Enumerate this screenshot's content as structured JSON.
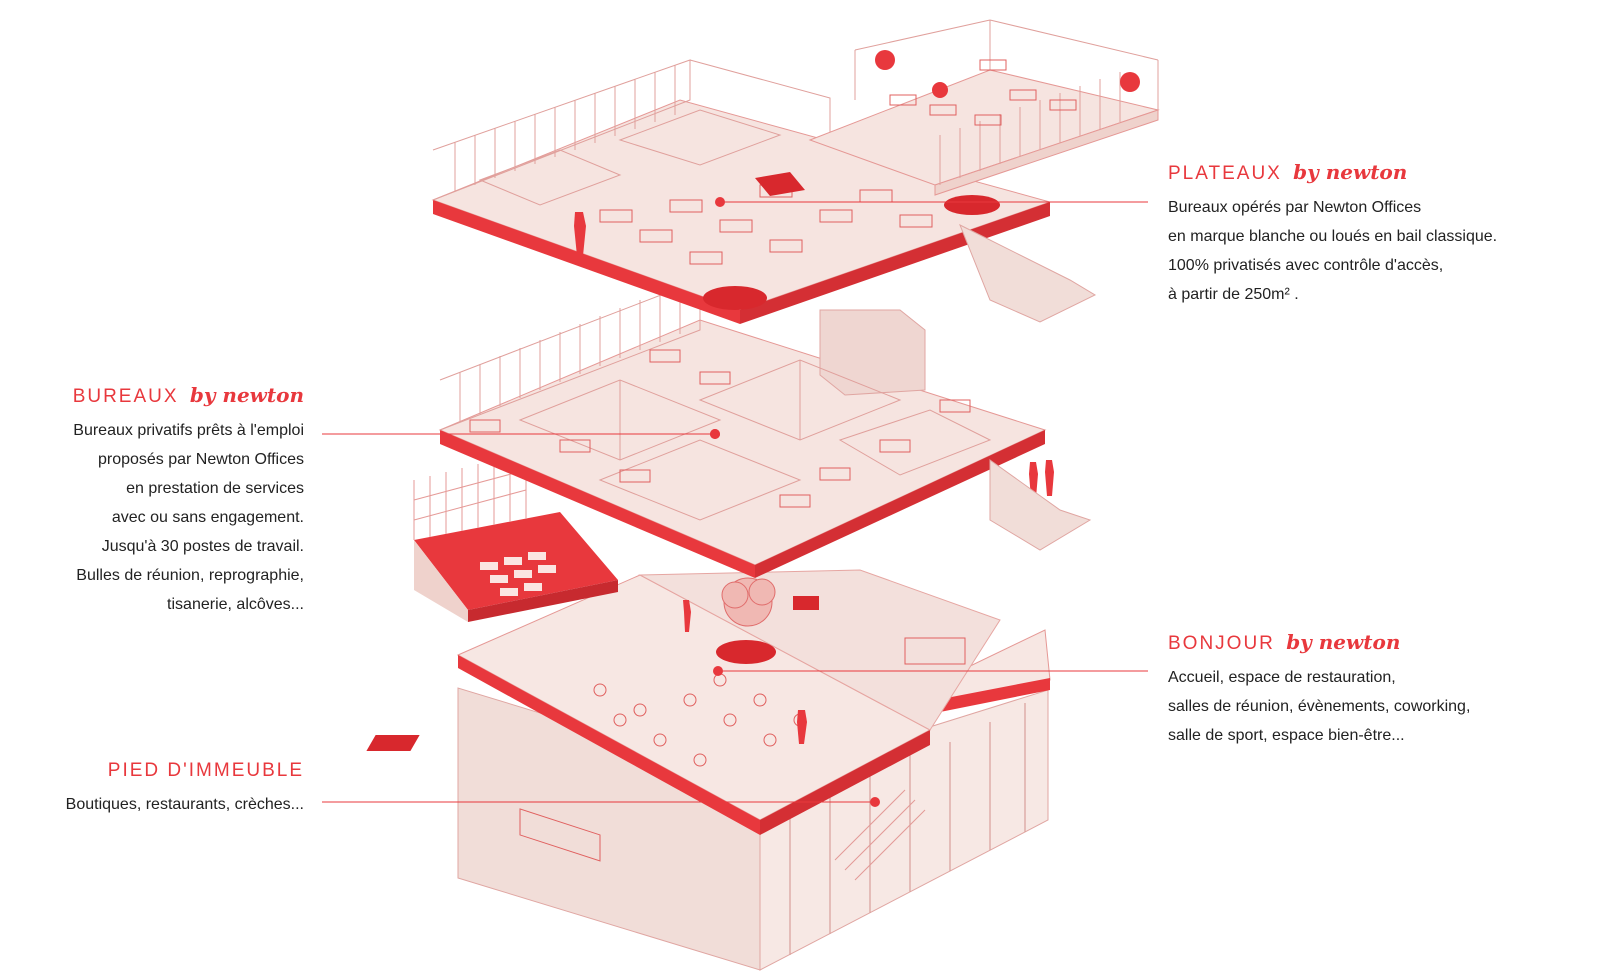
{
  "callouts": {
    "plateaux": {
      "title": "PLATEAUX",
      "brand": "by newton",
      "lines": [
        "Bureaux opérés par Newton Offices",
        "en marque blanche ou loués en bail classique.",
        "100% privatisés avec contrôle d'accès,",
        "à partir de 250m² ."
      ]
    },
    "bureaux": {
      "title": "BUREAUX",
      "brand": "by newton",
      "lines": [
        "Bureaux privatifs prêts à l'emploi",
        "proposés par Newton Offices",
        "en prestation de services",
        "avec ou sans engagement.",
        "Jusqu'à 30 postes de travail.",
        "Bulles de réunion, reprographie,",
        "tisanerie, alcôves..."
      ]
    },
    "bonjour": {
      "title": "BONJOUR",
      "brand": "by newton",
      "lines": [
        "Accueil, espace de restauration,",
        "salles de réunion, évènements, coworking,",
        "salle de sport, espace bien-être..."
      ]
    },
    "pied": {
      "title": "PIED D'IMMEUBLE",
      "lines": [
        "Boutiques, restaurants, crèches..."
      ]
    }
  },
  "colors": {
    "accent": "#e8383d",
    "floor_fill": "#f6e6e3",
    "wall_fill": "#efd2cc",
    "line": "#d9575a"
  }
}
